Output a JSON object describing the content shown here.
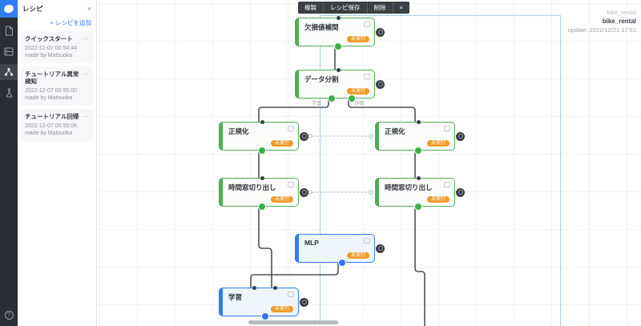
{
  "colors": {
    "green": "#4fae52",
    "blue": "#2d7ff0",
    "badge_orange": "#f09b2c",
    "edge": "#4d525a",
    "selection": "#a7cdf2",
    "logo_blue": "#2f7ef0"
  },
  "rail": {
    "icons": [
      {
        "name": "logo"
      },
      {
        "name": "document"
      },
      {
        "name": "dataset"
      },
      {
        "name": "recipe",
        "active": true
      },
      {
        "name": "experiment"
      },
      {
        "name": "help"
      }
    ]
  },
  "recipe_panel": {
    "title": "レシピ",
    "close_label": "×",
    "add_link": "+ レシピを追加",
    "items": [
      {
        "title": "クイックスタート",
        "menu": "…",
        "date": "2022-12-07 00:54:44",
        "author": "made by Matsuoka"
      },
      {
        "title": "チュートリアル異常検知",
        "menu": "…",
        "date": "2022-12-07 00:55:00",
        "author": "made by Matsuoka"
      },
      {
        "title": "チュートリアル回帰",
        "menu": "…",
        "date": "2022-12-07 00:55:06",
        "author": "made by Matsuoka"
      }
    ]
  },
  "toolbar": {
    "duplicate": "複製",
    "save": "レシピ保存",
    "delete": "削除",
    "close": "×"
  },
  "header_info": {
    "breadcrumb": "bike_rental",
    "title": "bike_rental",
    "updated": "update: 2022/12/21 17:51"
  },
  "canvas": {
    "nodes": [
      {
        "id": "n1",
        "label": "欠損値補間",
        "status": "未実行",
        "type": "green"
      },
      {
        "id": "n2",
        "label": "データ分割",
        "status": "未実行",
        "type": "green",
        "port_labels": [
          "学習",
          "評価"
        ]
      },
      {
        "id": "n3",
        "label": "正規化",
        "status": "未実行",
        "type": "green"
      },
      {
        "id": "n4",
        "label": "正規化",
        "status": "未実行",
        "type": "green"
      },
      {
        "id": "n5",
        "label": "時間窓切り出し",
        "status": "未実行",
        "type": "green"
      },
      {
        "id": "n6",
        "label": "時間窓切り出し",
        "status": "未実行",
        "type": "green"
      },
      {
        "id": "n7",
        "label": "MLP",
        "status": "未実行",
        "type": "blue"
      },
      {
        "id": "n8",
        "label": "学習",
        "status": "未実行",
        "type": "blue"
      }
    ],
    "edges": [
      {
        "from": "n1",
        "to": "n2",
        "style": "solid"
      },
      {
        "from": "n2:学習",
        "to": "n3",
        "style": "solid"
      },
      {
        "from": "n2:評価",
        "to": "n4",
        "style": "solid"
      },
      {
        "from": "n3",
        "to": "n5",
        "style": "solid"
      },
      {
        "from": "n4",
        "to": "n6",
        "style": "solid"
      },
      {
        "from": "n5",
        "to": "n8",
        "style": "solid"
      },
      {
        "from": "n7",
        "to": "n8",
        "style": "solid"
      },
      {
        "from": "n6",
        "to": "offscreen-bottom",
        "style": "solid"
      },
      {
        "from": "n3",
        "to": "n4",
        "style": "dashed"
      },
      {
        "from": "n5",
        "to": "n6",
        "style": "dashed"
      }
    ]
  }
}
